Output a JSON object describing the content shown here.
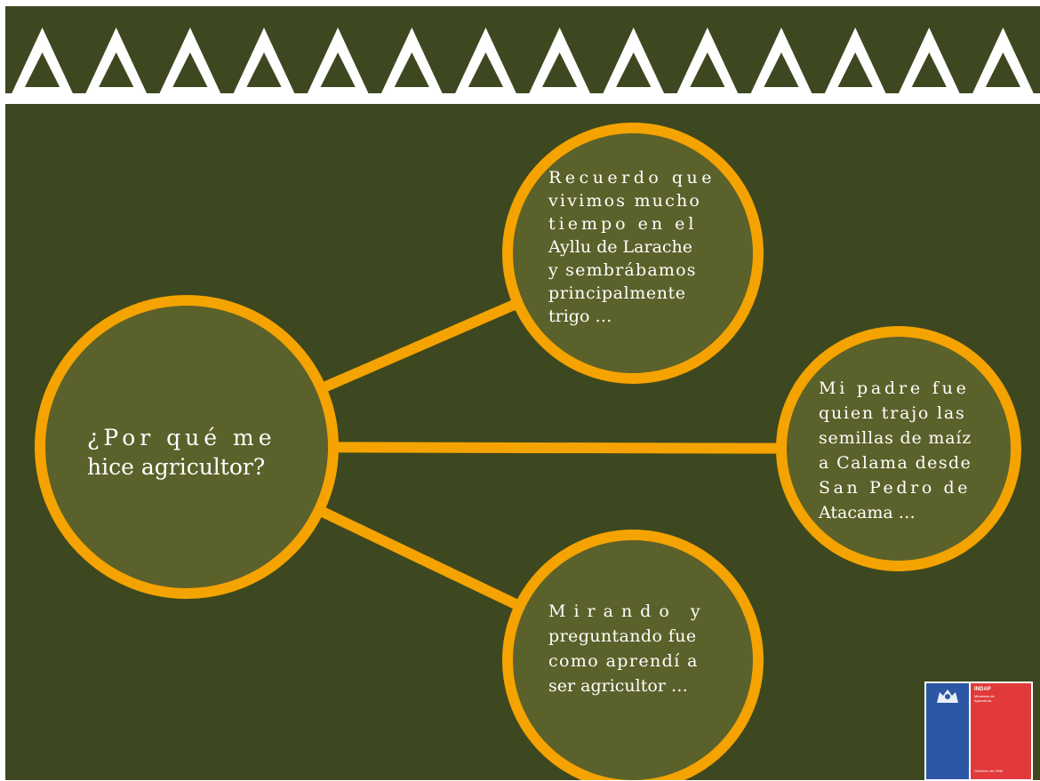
{
  "colors": {
    "background": "#3e4820",
    "node_fill": "#5b612a",
    "node_stroke": "#f5a300",
    "border_pattern": "#ffffff",
    "text": "#ffffff"
  },
  "diagram": {
    "center": {
      "lines": [
        "¿Por qué me",
        "hice agricultor?"
      ]
    },
    "branches": [
      {
        "lines": [
          "Recuerdo que",
          "vivimos mucho",
          "tiempo en el",
          "Ayllu de Larache",
          "y sembrábamos",
          "principalmente",
          "trigo …"
        ]
      },
      {
        "lines": [
          "Mi padre fue",
          "quien trajo las",
          "semillas de maíz",
          "a Calama desde",
          "San Pedro de",
          "Atacama …"
        ]
      },
      {
        "lines": [
          "Mirando y",
          "preguntando fue",
          "como aprendí a",
          "ser agricultor …"
        ]
      }
    ]
  },
  "logo": {
    "name": "INDAP",
    "subtitle": "Ministerio de Agricultura",
    "footer": "Gobierno de Chile",
    "icon": "chile-coat-of-arms-icon"
  }
}
